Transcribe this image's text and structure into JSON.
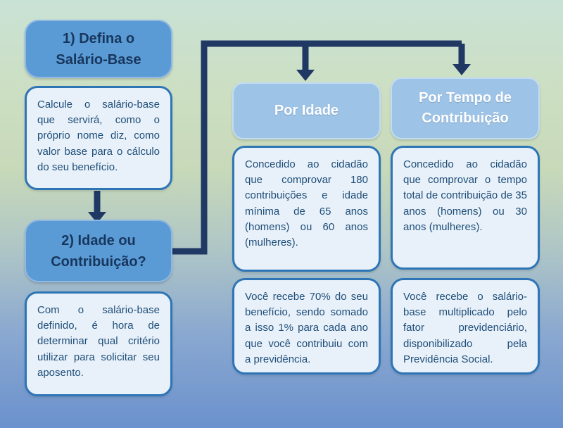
{
  "flowchart": {
    "steps": [
      {
        "title": "1) Defina o Salário-Base",
        "description": "Calcule o salário-base que servirá, como o próprio nome diz, como valor base para o cálculo do seu benefício."
      },
      {
        "title": "2) Idade ou Contribuição?",
        "description": "Com o salário-base definido, é hora de determinar qual critério utilizar para solicitar seu aposento."
      }
    ],
    "branches": [
      {
        "title": "Por Idade",
        "condition": "Concedido ao cidadão que comprovar 180 contribuições e idade mínima de 65 anos (homens) ou 60 anos (mulheres).",
        "result": "Você recebe 70% do seu benefício, sendo somado a isso 1% para cada ano que você contribuiu com a previdência."
      },
      {
        "title": "Por Tempo de Contribuição",
        "condition": "Concedido ao cidadão que comprovar o tempo total de contribuição de 35 anos (homens) ou 30 anos (mulheres).",
        "result": "Você recebe o salário-base multiplicado pelo fator previdenciário, disponibilizado pela Previdência Social."
      }
    ],
    "colors": {
      "step_header_fill": "#5b9bd5",
      "branch_header_fill": "#9dc3e6",
      "card_fill": "#e8f1f9",
      "card_border": "#2e75b6",
      "arrow": "#1f3864",
      "step_header_text": "#17365d",
      "branch_header_text": "#ffffff",
      "body_text": "#1f4e79"
    }
  }
}
